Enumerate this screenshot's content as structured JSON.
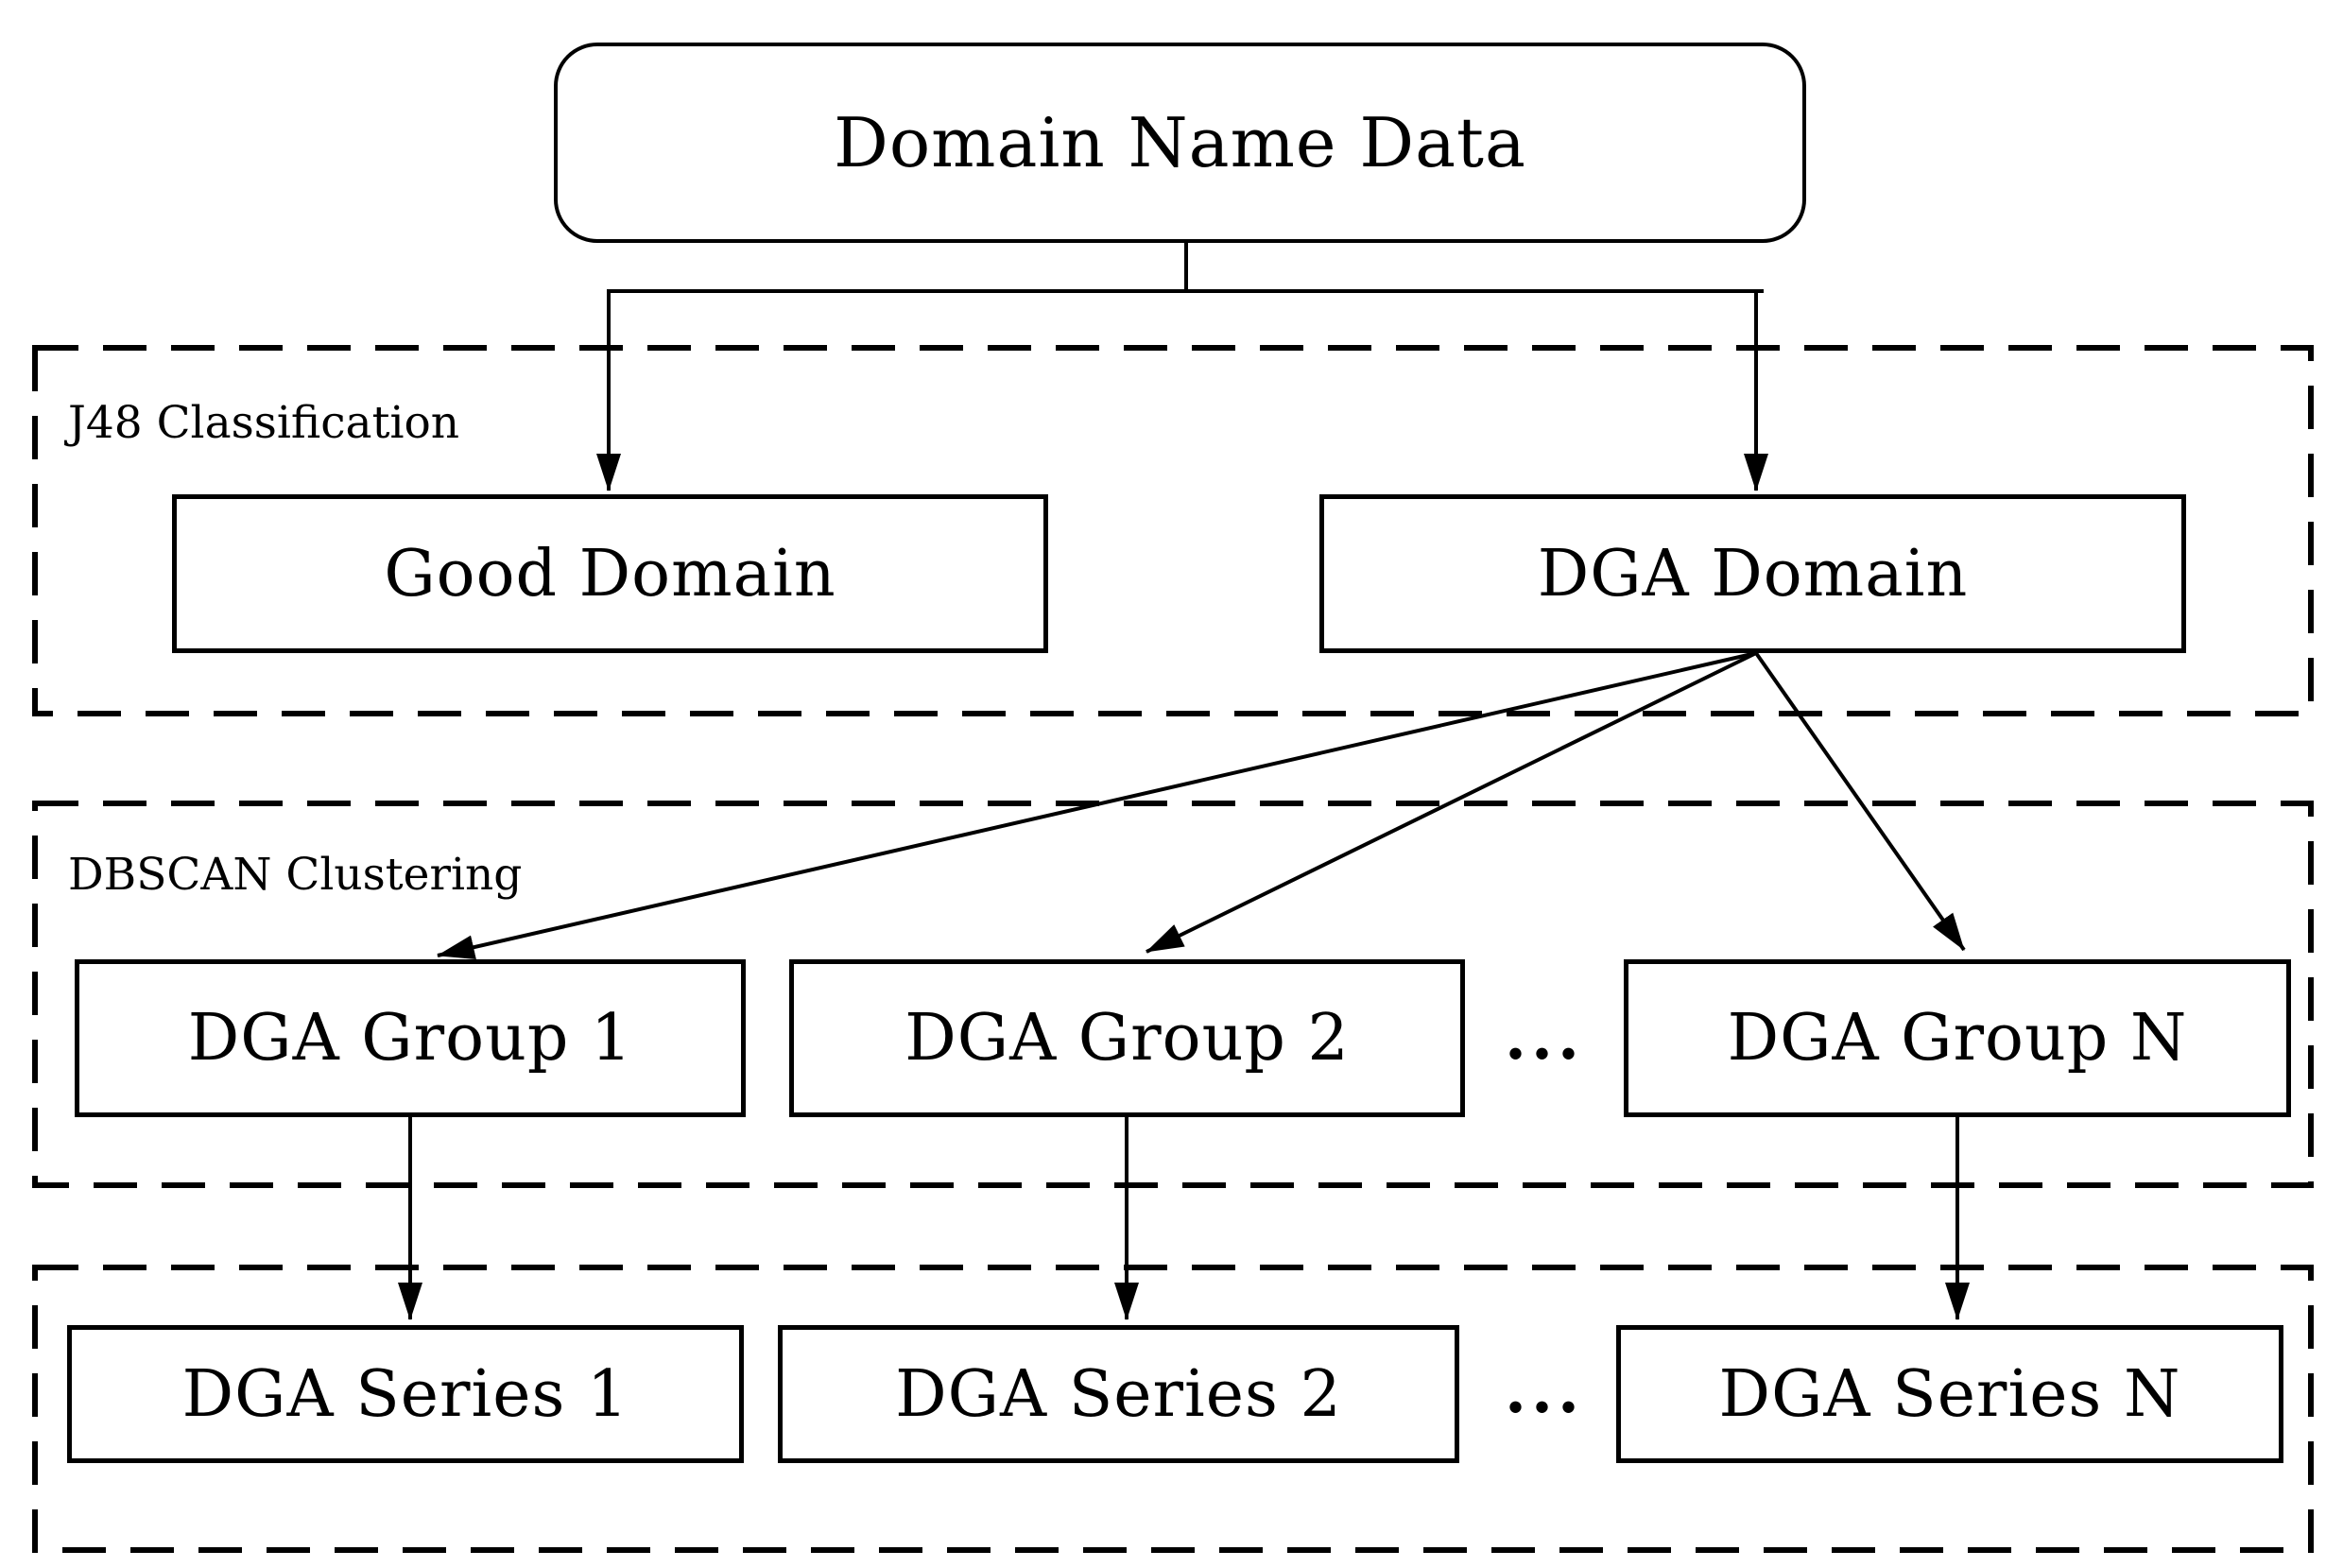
{
  "diagram": {
    "root_label": "Domain Name Data",
    "sections": [
      {
        "label": "J48 Classification",
        "nodes": [
          "Good Domain",
          "DGA Domain"
        ]
      },
      {
        "label": "DBSCAN Clustering",
        "nodes": [
          "DGA Group 1",
          "DGA Group 2",
          "DGA Group N"
        ],
        "ellipsis": "..."
      },
      {
        "nodes": [
          "DGA Series 1",
          "DGA Series 2",
          "DGA Series N"
        ],
        "ellipsis": "..."
      }
    ],
    "colors": {
      "line": "#000000",
      "text": "#000000",
      "background": "#ffffff"
    }
  }
}
